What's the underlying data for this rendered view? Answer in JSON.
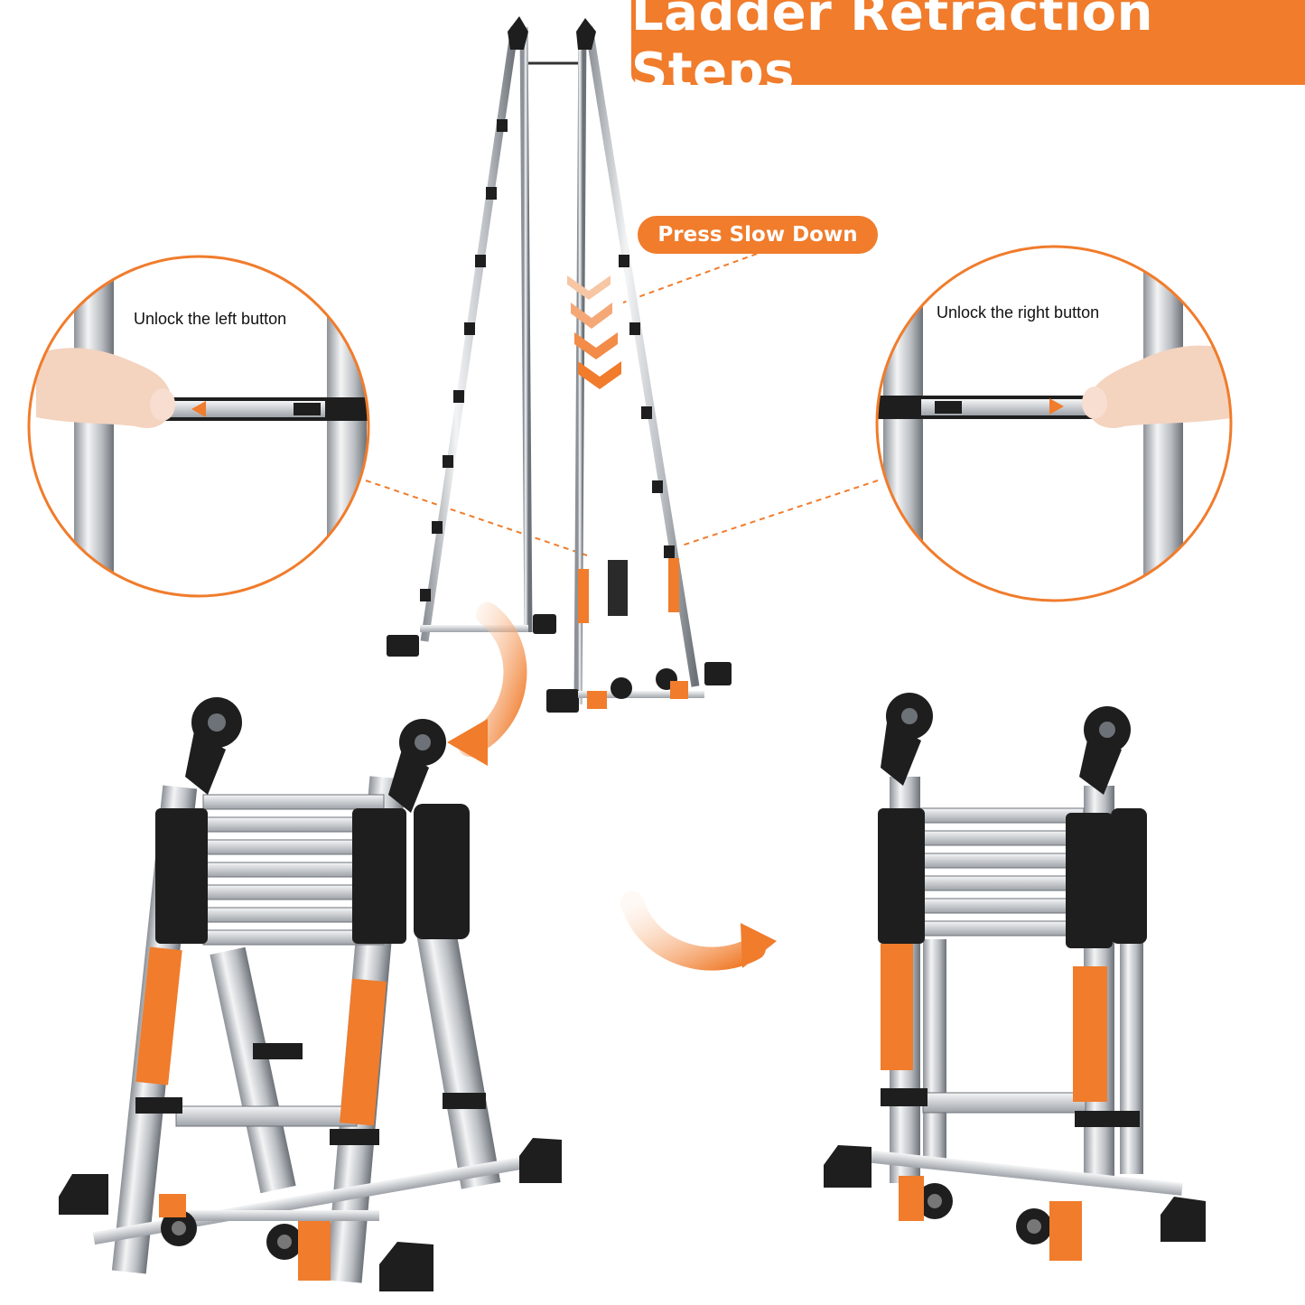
{
  "title": "Ladder Retraction Steps",
  "press_label": "Press Slow Down",
  "left_callout": {
    "label": "Unlock the left button"
  },
  "right_callout": {
    "label": "Unlock the right button"
  },
  "colors": {
    "accent": "#f07c2c",
    "metal": "#c9cdd2",
    "dark": "#1e1e1e"
  }
}
